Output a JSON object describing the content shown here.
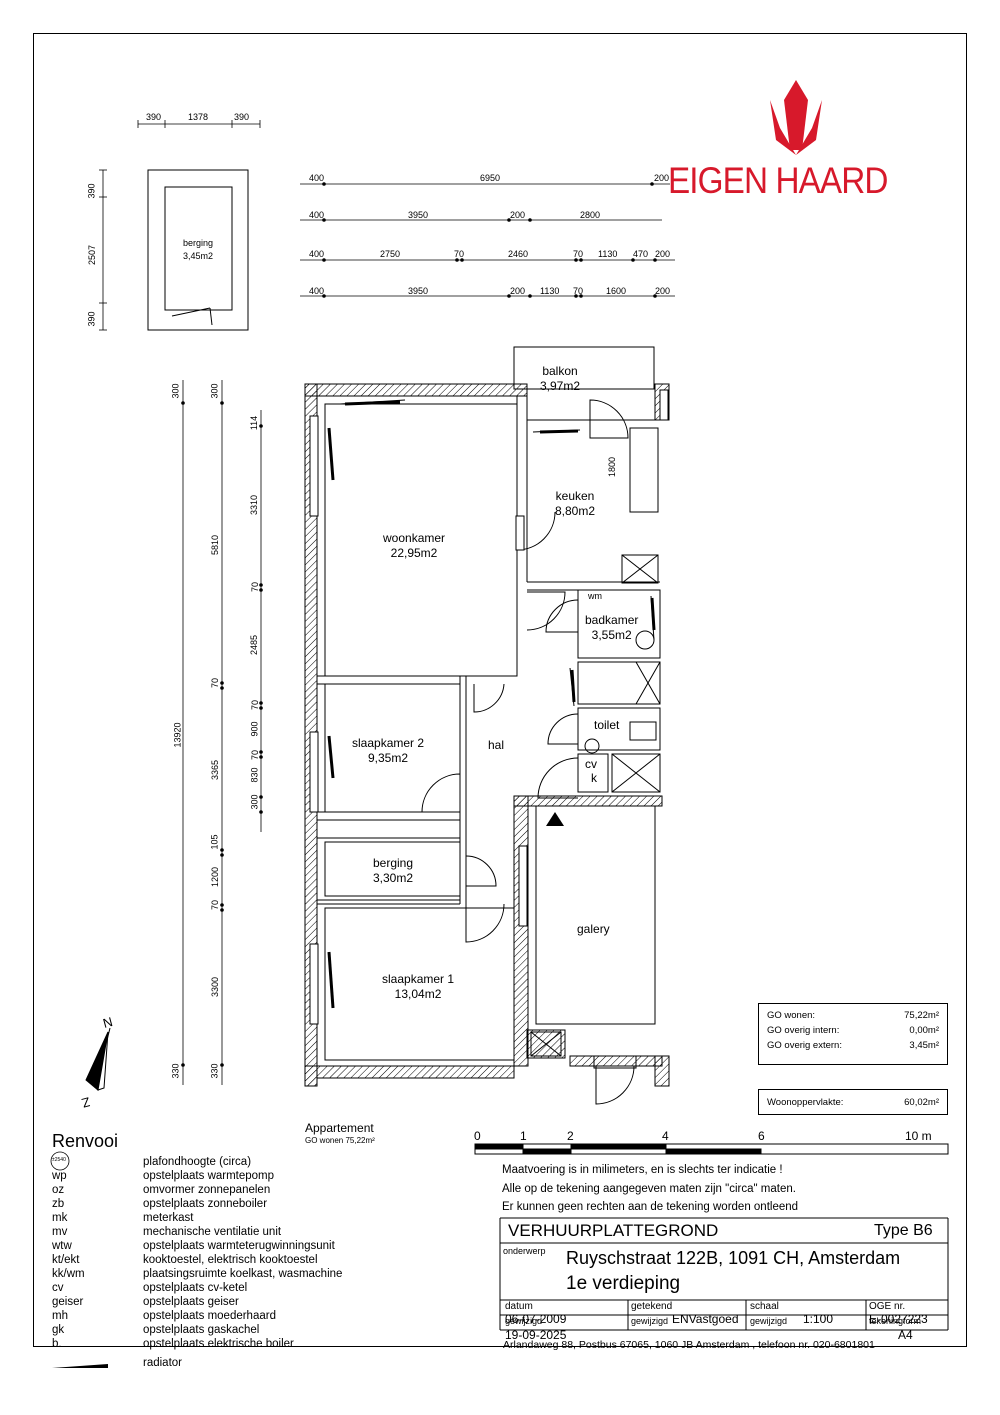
{
  "logo": {
    "text": "EIGEN HAARD",
    "color": "#d7192b"
  },
  "storage_box": {
    "dims_top": [
      "390",
      "1378",
      "390"
    ],
    "dims_left": [
      "390",
      "2507",
      "390"
    ],
    "name": "berging",
    "area": "3,45m2"
  },
  "dims_top_rows": [
    [
      "400",
      "6950",
      "200"
    ],
    [
      "400",
      "3950",
      "200",
      "2800"
    ],
    [
      "400",
      "2750",
      "70",
      "2460",
      "70",
      "1130",
      "470",
      "200"
    ],
    [
      "400",
      "3950",
      "200",
      "1130",
      "70",
      "1600",
      "200"
    ]
  ],
  "dims_left": {
    "outer": [
      "300",
      "13920",
      "330"
    ],
    "mid": [
      "300",
      "5810",
      "70",
      "3365",
      "105",
      "1200",
      "70",
      "3300",
      "330"
    ],
    "inner": [
      "114",
      "3310",
      "70",
      "2485",
      "70",
      "900",
      "70",
      "830",
      "300"
    ],
    "keuken_dim": "1800"
  },
  "rooms": {
    "balkon": {
      "name": "balkon",
      "area": "3,97m2"
    },
    "keuken": {
      "name": "keuken",
      "area": "8,80m2"
    },
    "woonkamer": {
      "name": "woonkamer",
      "area": "22,95m2"
    },
    "badkamer": {
      "name": "badkamer",
      "area": "3,55m2"
    },
    "wm": "wm",
    "toilet": "toilet",
    "cv": "cv",
    "k": "k",
    "hal": "hal",
    "slaapkamer2": {
      "name": "slaapkamer 2",
      "area": "9,35m2"
    },
    "berging": {
      "name": "berging",
      "area": "3,30m2"
    },
    "galery": "galery",
    "slaapkamer1": {
      "name": "slaapkamer 1",
      "area": "13,04m2"
    }
  },
  "go_box": [
    {
      "label": "GO wonen:",
      "value": "75,22m²"
    },
    {
      "label": "GO overig intern:",
      "value": "0,00m²"
    },
    {
      "label": "GO overig extern:",
      "value": "3,45m²"
    }
  ],
  "woon_box": {
    "label": "Woonoppervlakte:",
    "value": "60,02m²"
  },
  "compass": {
    "n": "N",
    "z": "Z"
  },
  "appartement": {
    "title": "Appartement",
    "sub": "GO wonen 75,22m²"
  },
  "scale_bar": {
    "ticks": [
      "0",
      "1",
      "2",
      "4",
      "6",
      "10  m"
    ]
  },
  "notes": [
    "Maatvoering is in milimeters, en is slechts ter indicatie !",
    "Alle op de tekening aangegeven maten zijn \"circa\" maten.",
    "Er kunnen geen rechten aan de tekening worden ontleend"
  ],
  "renvooi": {
    "title": "Renvooi",
    "ceiling_badge": "±2540",
    "items": [
      {
        "code": "",
        "desc": "plafondhoogte (circa)"
      },
      {
        "code": "wp",
        "desc": "opstelplaats warmtepomp"
      },
      {
        "code": "oz",
        "desc": "omvormer zonnepanelen"
      },
      {
        "code": "zb",
        "desc": "opstelplaats zonneboiler"
      },
      {
        "code": "mk",
        "desc": "meterkast"
      },
      {
        "code": "mv",
        "desc": "mechanische ventilatie unit"
      },
      {
        "code": "wtw",
        "desc": "opstelplaats warmteterugwinningsunit"
      },
      {
        "code": "kt/ekt",
        "desc": "kooktoestel, elektrisch kooktoestel"
      },
      {
        "code": "kk/wm",
        "desc": "plaatsingsruimte koelkast, wasmachine"
      },
      {
        "code": "cv",
        "desc": "opstelplaats cv-ketel"
      },
      {
        "code": "geiser",
        "desc": "opstelplaats geiser"
      },
      {
        "code": "mh",
        "desc": "opstelplaats moederhaard"
      },
      {
        "code": "gk",
        "desc": "opstelplaats gaskachel"
      },
      {
        "code": "b.",
        "desc": "opstelplaats elektrische boiler"
      },
      {
        "code": "",
        "desc": "radiator"
      }
    ]
  },
  "title_block": {
    "title": "VERHUURPLATTEGROND",
    "type": "Type B6",
    "onderwerp_label": "onderwerp",
    "address": "Ruyschstraat 122B, 1091 CH, Amsterdam",
    "floor": "1e verdieping",
    "datum_label": "datum",
    "datum": "06-07-2009",
    "getekend_label": "getekend",
    "getekend": "ENVastgoed",
    "schaal_label": "schaal",
    "schaal": "1:100",
    "oge_label": "OGE nr.",
    "oge": "E-0027223",
    "gewijzigd_label": "gewijzigd",
    "gewijzigd": "19-09-2025",
    "gewijzigd2_label": "gewijzigd",
    "gewijzigd3_label": "gewijzigd",
    "tekeningform_label": "tekeningform",
    "tekeningform": "A4",
    "footer": "Arlandaweg 88, Postbus 67065, 1060 JB Amsterdam , telefoon nr. 020-6801801"
  }
}
